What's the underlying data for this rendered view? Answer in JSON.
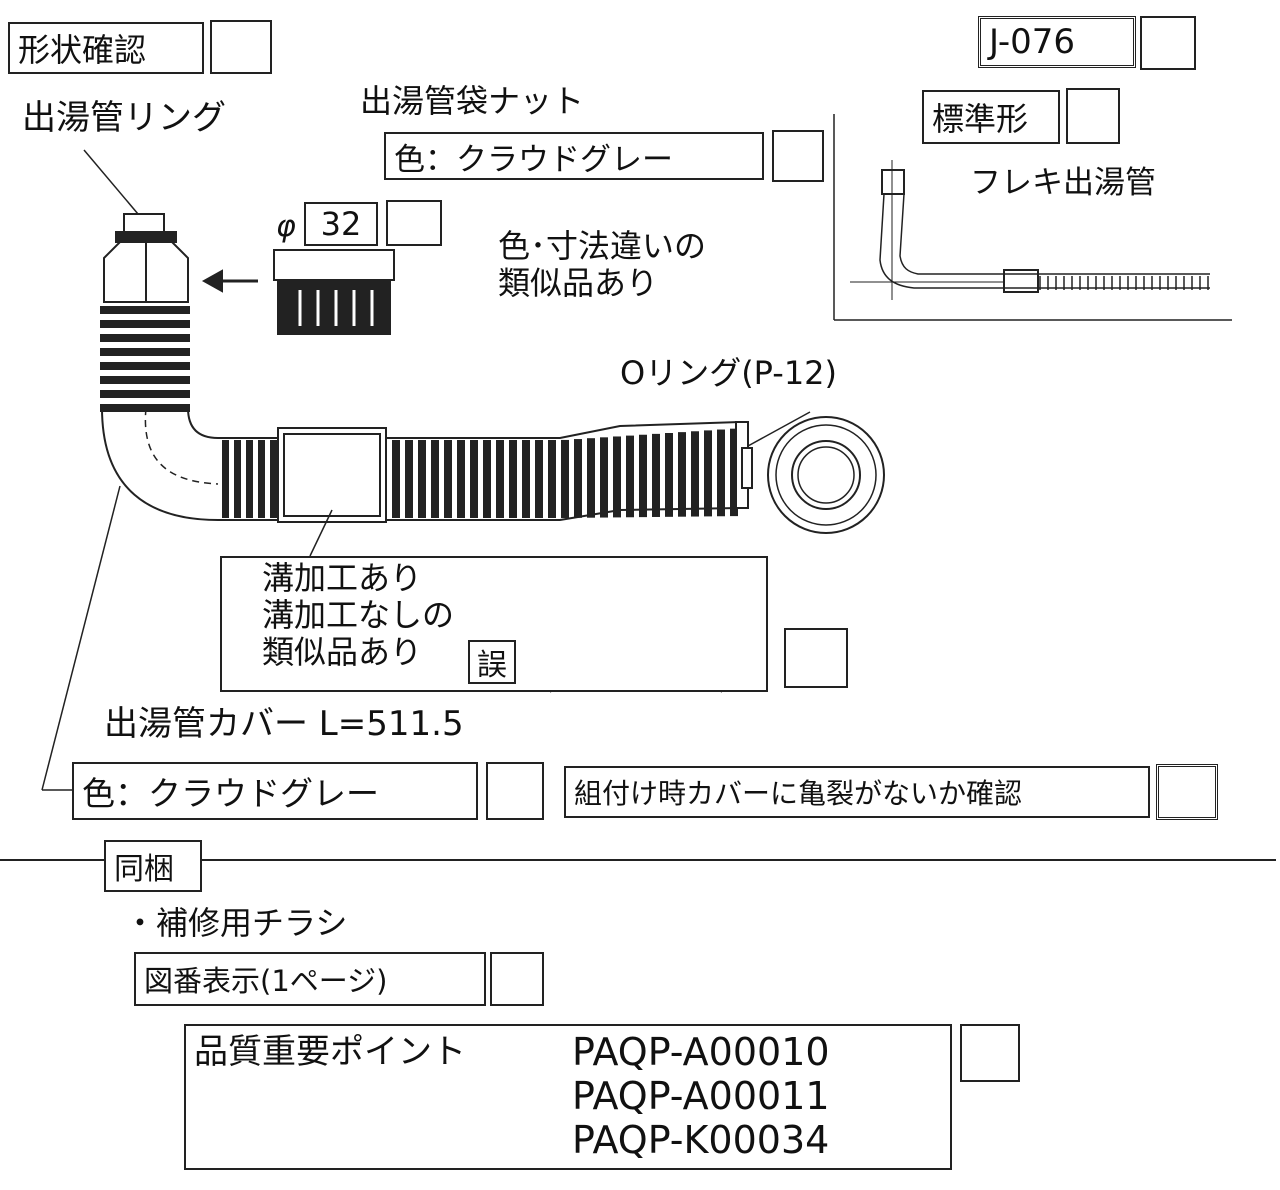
{
  "header": {
    "shape_check": "形状確認",
    "part_code": "J-076"
  },
  "labels": {
    "ring": "出湯管リング",
    "bag_nut": "出湯管袋ナット",
    "bag_nut_color": "色：クラウドグレー",
    "diameter_symbol": "φ",
    "diameter_value": "32",
    "similar_note": "色･寸法違いの\n類似品あり",
    "standard_shape": "標準形",
    "flex_pipe": "フレキ出湯管",
    "o_ring": "Oリング(P-12)",
    "groove_note": "溝加工あり\n溝加工なしの\n類似品あり",
    "wrong_mark": "誤",
    "cover": "出湯管カバー L=511.5",
    "cover_color": "色：クラウドグレー",
    "crack_check": "組付け時カバーに亀裂がないか確認"
  },
  "bundle": {
    "title": "同梱",
    "item": "・補修用チラシ",
    "figure_display": "図番表示(1ページ)",
    "quality_label": "品質重要ポイント",
    "quality_codes": [
      "PAQP-A00010",
      "PAQP-A00011",
      "PAQP-K00034"
    ]
  }
}
